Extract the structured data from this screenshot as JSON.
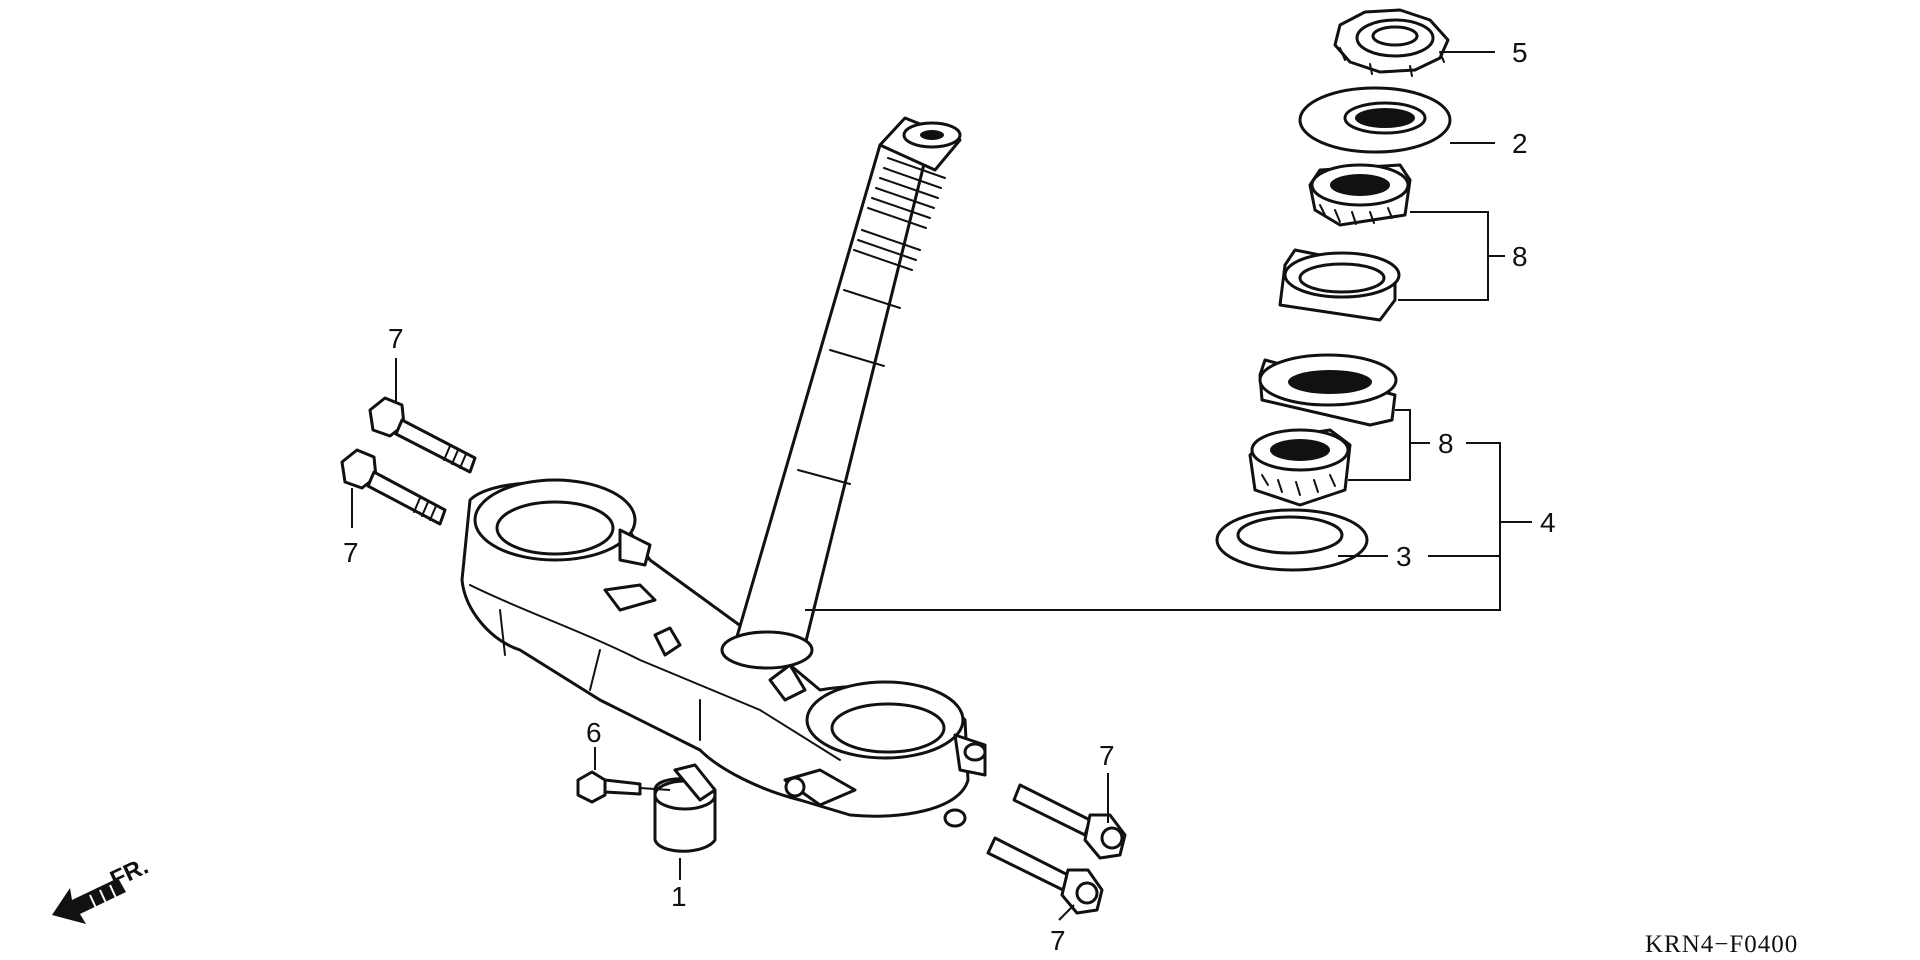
{
  "callouts": {
    "nut_5": "5",
    "washer_2": "2",
    "bearing_upper_8": "8",
    "bearing_lower_8": "8",
    "stem_4": "4",
    "seal_3": "3",
    "bolt_upper_left_7": "7",
    "bolt_lower_left_7": "7",
    "bolt_right_upper_7": "7",
    "bolt_right_lower_7": "7",
    "bolt_6": "6",
    "clamp_1": "1"
  },
  "direction_label": "FR.",
  "diagram_code": "KRN4−F0400",
  "colors": {
    "line": "#111111",
    "background": "#ffffff"
  }
}
